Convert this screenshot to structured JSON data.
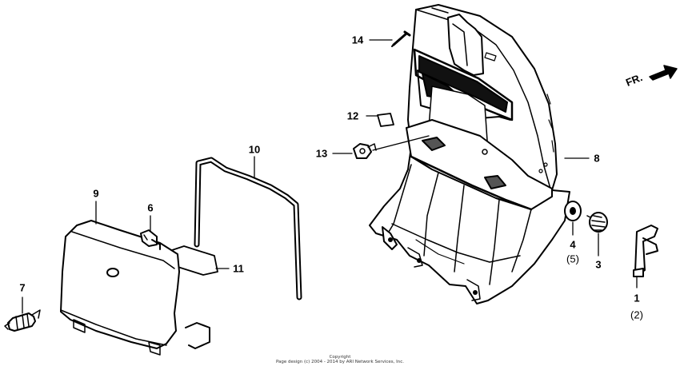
{
  "callouts": {
    "c1": "1",
    "c1_alt": "(2)",
    "c3": "3",
    "c4": "4",
    "c4_alt": "(5)",
    "c6": "6",
    "c7": "7",
    "c8": "8",
    "c9": "9",
    "c10": "10",
    "c11": "11",
    "c12": "12",
    "c13": "13",
    "c14": "14"
  },
  "front_indicator": "FR.",
  "copyright": {
    "line1": "Copyright",
    "line2": "Page design (c) 2004 - 2014 by ARI Network Services, Inc."
  }
}
